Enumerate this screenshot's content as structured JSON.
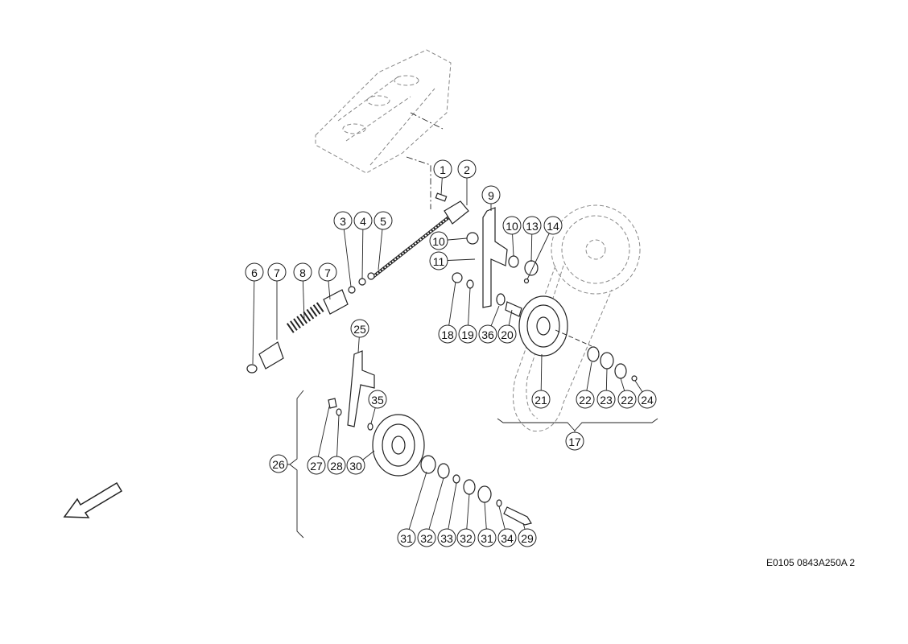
{
  "diagram": {
    "type": "exploded-parts-diagram",
    "reference_code": "E0105 0843A250A 2",
    "callouts": [
      "1",
      "2",
      "9",
      "10",
      "13",
      "14",
      "10",
      "11",
      "3",
      "4",
      "5",
      "6",
      "7",
      "8",
      "7",
      "18",
      "19",
      "36",
      "20",
      "21",
      "22",
      "23",
      "22",
      "24",
      "17",
      "25",
      "35",
      "26",
      "27",
      "28",
      "30",
      "31",
      "32",
      "33",
      "32",
      "31",
      "34",
      "29"
    ],
    "direction_arrow": "front-arrow-icon"
  }
}
